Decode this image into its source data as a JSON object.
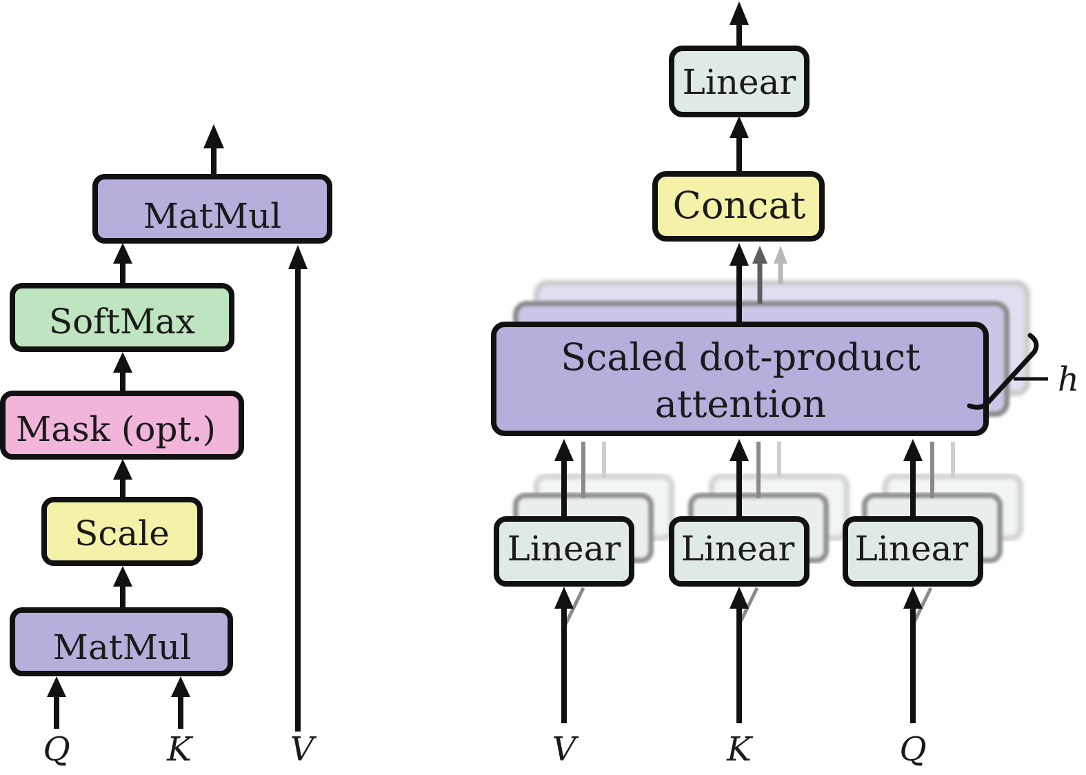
{
  "colors": {
    "matmul": "#b7aedc",
    "softmax": "#bfe5c0",
    "mask": "#f1b5d9",
    "scale": "#f4f2a8",
    "linear": "#dfe9e5",
    "concat": "#f4f2a8",
    "attention": "#b7aedc"
  },
  "left_panel": {
    "matmul_top": "MatMul",
    "softmax": "SoftMax",
    "mask": "Mask (opt.)",
    "scale": "Scale",
    "matmul_bottom": "MatMul",
    "input_q": "Q",
    "input_k": "K",
    "input_v": "V"
  },
  "right_panel": {
    "linear_top": "Linear",
    "concat": "Concat",
    "attention_line1": "Scaled dot-product",
    "attention_line2": "attention",
    "heads_label": "h",
    "linear_v": "Linear",
    "linear_k": "Linear",
    "linear_q": "Linear",
    "input_v": "V",
    "input_k": "K",
    "input_q": "Q"
  }
}
